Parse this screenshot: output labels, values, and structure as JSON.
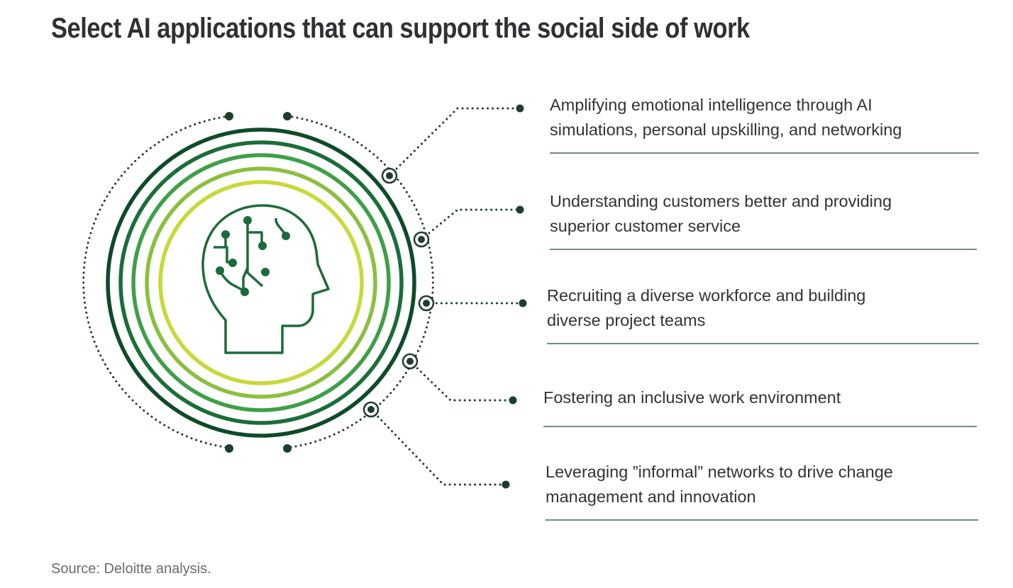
{
  "title": "Select AI applications that can support the social side of work",
  "items": [
    {
      "line1": "Amplifying emotional intelligence through AI",
      "line2": "simulations, personal upskilling, and networking"
    },
    {
      "line1": "Understanding customers better and providing",
      "line2": "superior customer service"
    },
    {
      "line1": "Recruiting a diverse workforce and building",
      "line2": "diverse project teams"
    },
    {
      "line1": "Fostering an inclusive work environment",
      "line2": ""
    },
    {
      "line1": "Leveraging ”informal” networks to drive change",
      "line2": "management and innovation"
    }
  ],
  "source": "Source: Deloitte analysis.",
  "colors": {
    "ring1": "#0f4a2a",
    "ring2": "#1b6e38",
    "ring3": "#3f9f48",
    "ring4": "#8cbf3f",
    "ring5": "#c8d93a",
    "icon": "#1c6b3a",
    "dots": "#1f3d2c",
    "rule": "#6f8f80"
  }
}
